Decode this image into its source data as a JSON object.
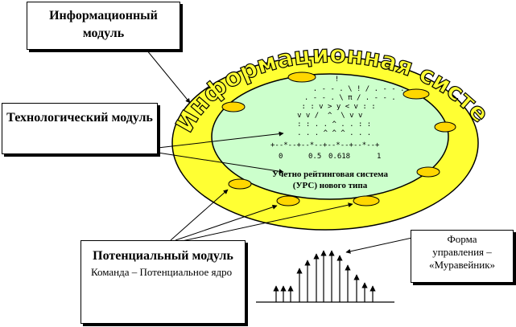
{
  "ring_title": "Информационная система",
  "info_module": {
    "label": "Информационный модуль"
  },
  "tech_module": {
    "label": "Технологический модуль"
  },
  "potential_module": {
    "label": "Потенциальный модуль",
    "sub": "Команда – Потенциальное ядро"
  },
  "control_form": {
    "line1": "Форма",
    "line2": "управления –",
    "line3": "«Муравейник»"
  },
  "center_caption": {
    "line1": "Учетно рейтинговая система",
    "line2": "(УРС) нового типа"
  },
  "ascii_plot": {
    "rows": [
      "              !",
      "         . - - . \\ ! / . - - .",
      "       . - - . \\ π / . - - .",
      "      : : v > y < v : :",
      "     v v /  ^  \\ v v",
      "     : : . . ^ . . : :",
      "     . . . ^ ^ ^ . . .",
      "+--*--+--*--+--*--+--*--+"
    ],
    "tick_labels": [
      "0",
      "0.5",
      "0.618",
      "1"
    ]
  },
  "colors": {
    "outer_ring": "#ffff33",
    "inner_area": "#ccffcc",
    "nodes": "#ffd700",
    "outline": "#000000"
  },
  "icons": [
    "arrow",
    "bar-arrow"
  ]
}
